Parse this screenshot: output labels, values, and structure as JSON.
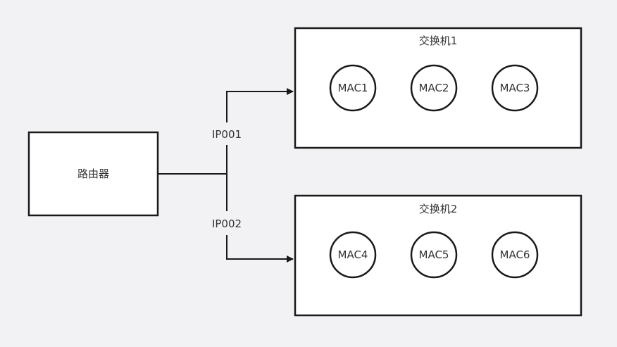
{
  "router": {
    "label": "路由器"
  },
  "links": [
    {
      "label": "IP001"
    },
    {
      "label": "IP002"
    }
  ],
  "switches": [
    {
      "title": "交换机1",
      "nodes": [
        "MAC1",
        "MAC2",
        "MAC3"
      ]
    },
    {
      "title": "交换机2",
      "nodes": [
        "MAC4",
        "MAC5",
        "MAC6"
      ]
    }
  ],
  "colors": {
    "background": "#f2f2f4",
    "stroke": "#1a1a1a",
    "text": "#333333",
    "fill": "#ffffff"
  }
}
